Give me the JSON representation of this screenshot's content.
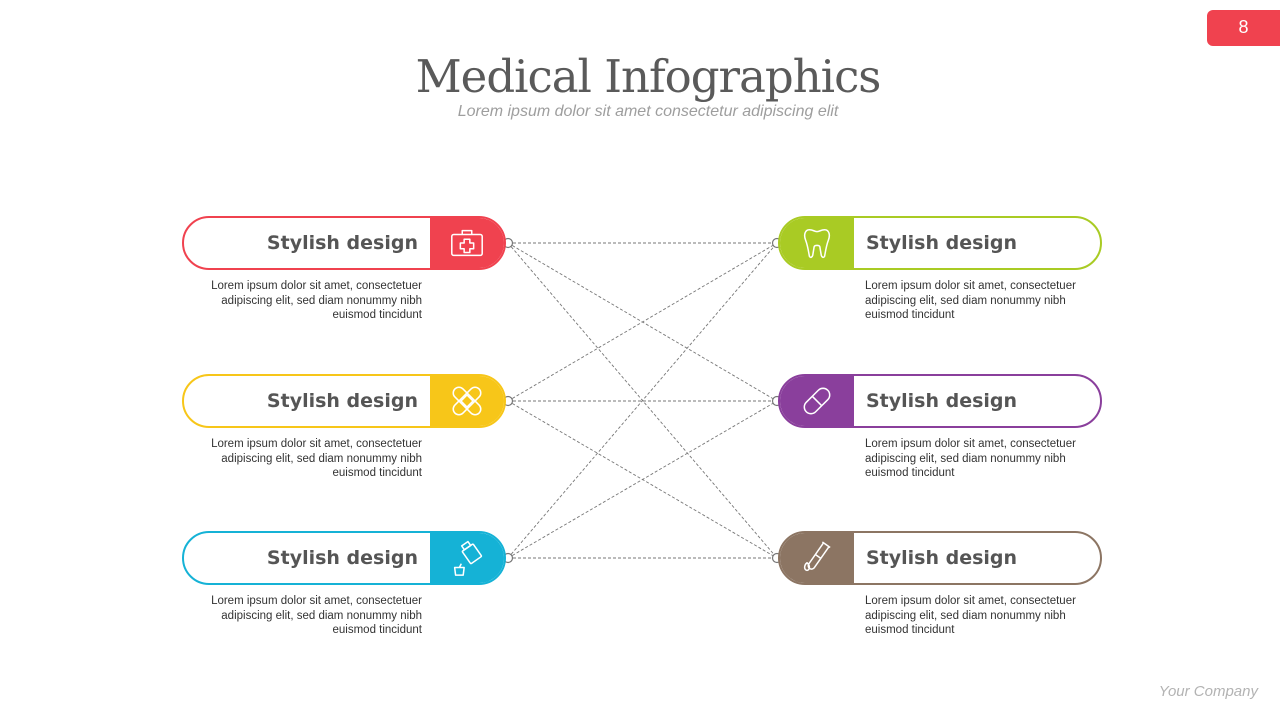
{
  "page_number": "8",
  "title": "Medical Infographics",
  "subtitle": "Lorem ipsum dolor sit amet consectetur adipiscing elit",
  "footer": "Your Company",
  "colors": {
    "red": "#f0424f",
    "yellow": "#f7c619",
    "cyan": "#15b2d6",
    "green": "#a9cb24",
    "purple": "#8a3f9c",
    "brown": "#8c7563",
    "line": "#777777"
  },
  "items": {
    "left": [
      {
        "title": "Stylish design",
        "text": "Lorem ipsum dolor sit amet, consectetuer adipiscing elit, sed diam nonummy nibh euismod tincidunt",
        "icon": "medical-kit-icon",
        "color": "red"
      },
      {
        "title": "Stylish design",
        "text": "Lorem ipsum dolor sit amet, consectetuer adipiscing elit, sed diam nonummy nibh euismod tincidunt",
        "icon": "bandage-icon",
        "color": "yellow"
      },
      {
        "title": "Stylish design",
        "text": "Lorem ipsum dolor sit amet, consectetuer adipiscing elit, sed diam nonummy nibh euismod tincidunt",
        "icon": "medicine-bottle-icon",
        "color": "cyan"
      }
    ],
    "right": [
      {
        "title": "Stylish design",
        "text": "Lorem ipsum dolor sit amet, consectetuer adipiscing elit, sed diam nonummy nibh euismod tincidunt",
        "icon": "tooth-icon",
        "color": "green"
      },
      {
        "title": "Stylish design",
        "text": "Lorem ipsum dolor sit amet, consectetuer adipiscing elit, sed diam nonummy nibh euismod tincidunt",
        "icon": "pill-icon",
        "color": "purple"
      },
      {
        "title": "Stylish design",
        "text": "Lorem ipsum dolor sit amet, consectetuer adipiscing elit, sed diam nonummy nibh euismod tincidunt",
        "icon": "test-tube-icon",
        "color": "brown"
      }
    ]
  }
}
